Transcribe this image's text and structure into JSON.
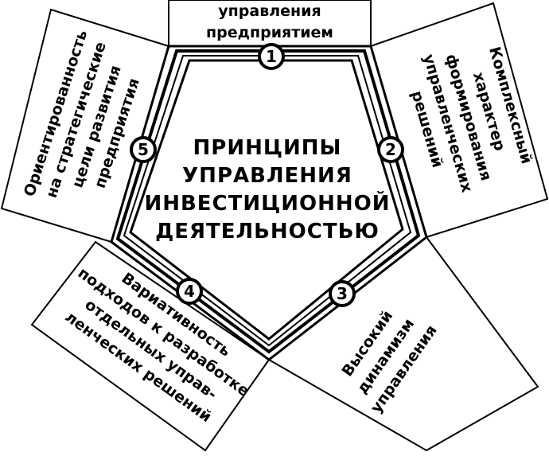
{
  "center": {
    "lines": [
      "ПРИНЦИПЫ",
      "УПРАВЛЕНИЯ",
      "ИНВЕСТИЦИОННОЙ",
      "ДЕЯТЕЛЬНОСТЬЮ"
    ]
  },
  "principles": [
    {
      "number": "1",
      "lines": [
        "управления",
        "предприятием"
      ]
    },
    {
      "number": "2",
      "lines": [
        "Комплексный",
        "характер",
        "формирования",
        "управленческих",
        "решений"
      ]
    },
    {
      "number": "3",
      "lines": [
        "Высокий",
        "динамизм",
        "управления"
      ]
    },
    {
      "number": "4",
      "lines": [
        "Вариативность",
        "подходов к разработке",
        "отдельных управ-",
        "ленческих решений"
      ]
    },
    {
      "number": "5",
      "lines": [
        "Ориентированность",
        "на стратегические",
        "цели развития",
        "предприятия"
      ]
    }
  ]
}
